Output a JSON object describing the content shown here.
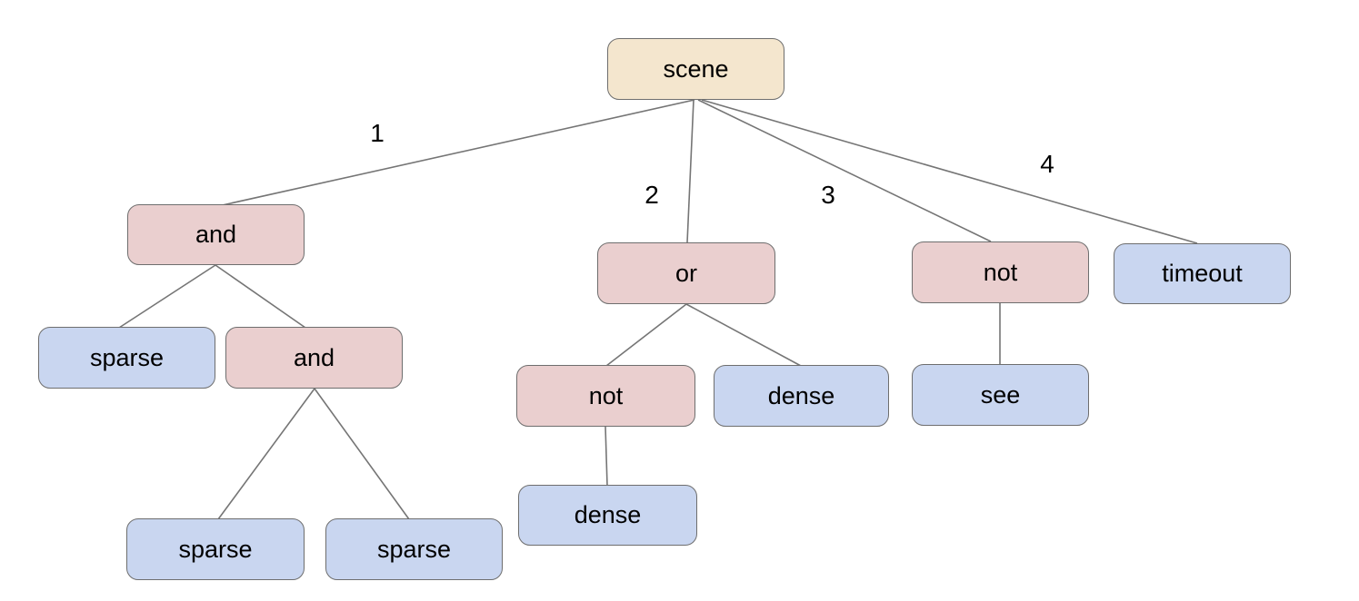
{
  "diagram": {
    "type": "tree",
    "colors": {
      "tan": "#f4e6ce",
      "pink": "#eacfcf",
      "blue": "#c9d6f0",
      "border": "#6e6e6e",
      "line": "#757575",
      "text": "#000000",
      "background": "#ffffff"
    },
    "nodes": [
      {
        "id": "scene",
        "label": "scene",
        "color": "tan"
      },
      {
        "id": "and-1",
        "label": "and",
        "color": "pink"
      },
      {
        "id": "or",
        "label": "or",
        "color": "pink"
      },
      {
        "id": "not-right",
        "label": "not",
        "color": "pink"
      },
      {
        "id": "timeout",
        "label": "timeout",
        "color": "blue"
      },
      {
        "id": "sparse-left",
        "label": "sparse",
        "color": "blue"
      },
      {
        "id": "and-2",
        "label": "and",
        "color": "pink"
      },
      {
        "id": "not-mid",
        "label": "not",
        "color": "pink"
      },
      {
        "id": "dense-right",
        "label": "dense",
        "color": "blue"
      },
      {
        "id": "see",
        "label": "see",
        "color": "blue"
      },
      {
        "id": "dense-bottom",
        "label": "dense",
        "color": "blue"
      },
      {
        "id": "sparse-bottom-1",
        "label": "sparse",
        "color": "blue"
      },
      {
        "id": "sparse-bottom-2",
        "label": "sparse",
        "color": "blue"
      }
    ],
    "edges": [
      {
        "from": "scene",
        "to": "and-1",
        "label": "1"
      },
      {
        "from": "scene",
        "to": "or",
        "label": "2"
      },
      {
        "from": "scene",
        "to": "not-right",
        "label": "3"
      },
      {
        "from": "scene",
        "to": "timeout",
        "label": "4"
      },
      {
        "from": "and-1",
        "to": "sparse-left",
        "label": ""
      },
      {
        "from": "and-1",
        "to": "and-2",
        "label": ""
      },
      {
        "from": "and-2",
        "to": "sparse-bottom-1",
        "label": ""
      },
      {
        "from": "and-2",
        "to": "sparse-bottom-2",
        "label": ""
      },
      {
        "from": "or",
        "to": "not-mid",
        "label": ""
      },
      {
        "from": "or",
        "to": "dense-right",
        "label": ""
      },
      {
        "from": "not-mid",
        "to": "dense-bottom",
        "label": ""
      },
      {
        "from": "not-right",
        "to": "see",
        "label": ""
      }
    ]
  }
}
